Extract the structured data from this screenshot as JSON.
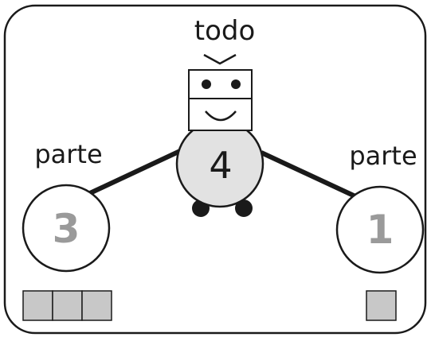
{
  "whole": {
    "label": "todo",
    "value": "4"
  },
  "parts": [
    {
      "label": "parte",
      "value": "3",
      "blocks": 3
    },
    {
      "label": "parte",
      "value": "1",
      "blocks": 1
    }
  ],
  "colors": {
    "ink": "#1a1a1a",
    "whole_fill": "#e2e2e2",
    "part_number": "#9a9a9a",
    "block_fill": "#c8c8c8"
  }
}
